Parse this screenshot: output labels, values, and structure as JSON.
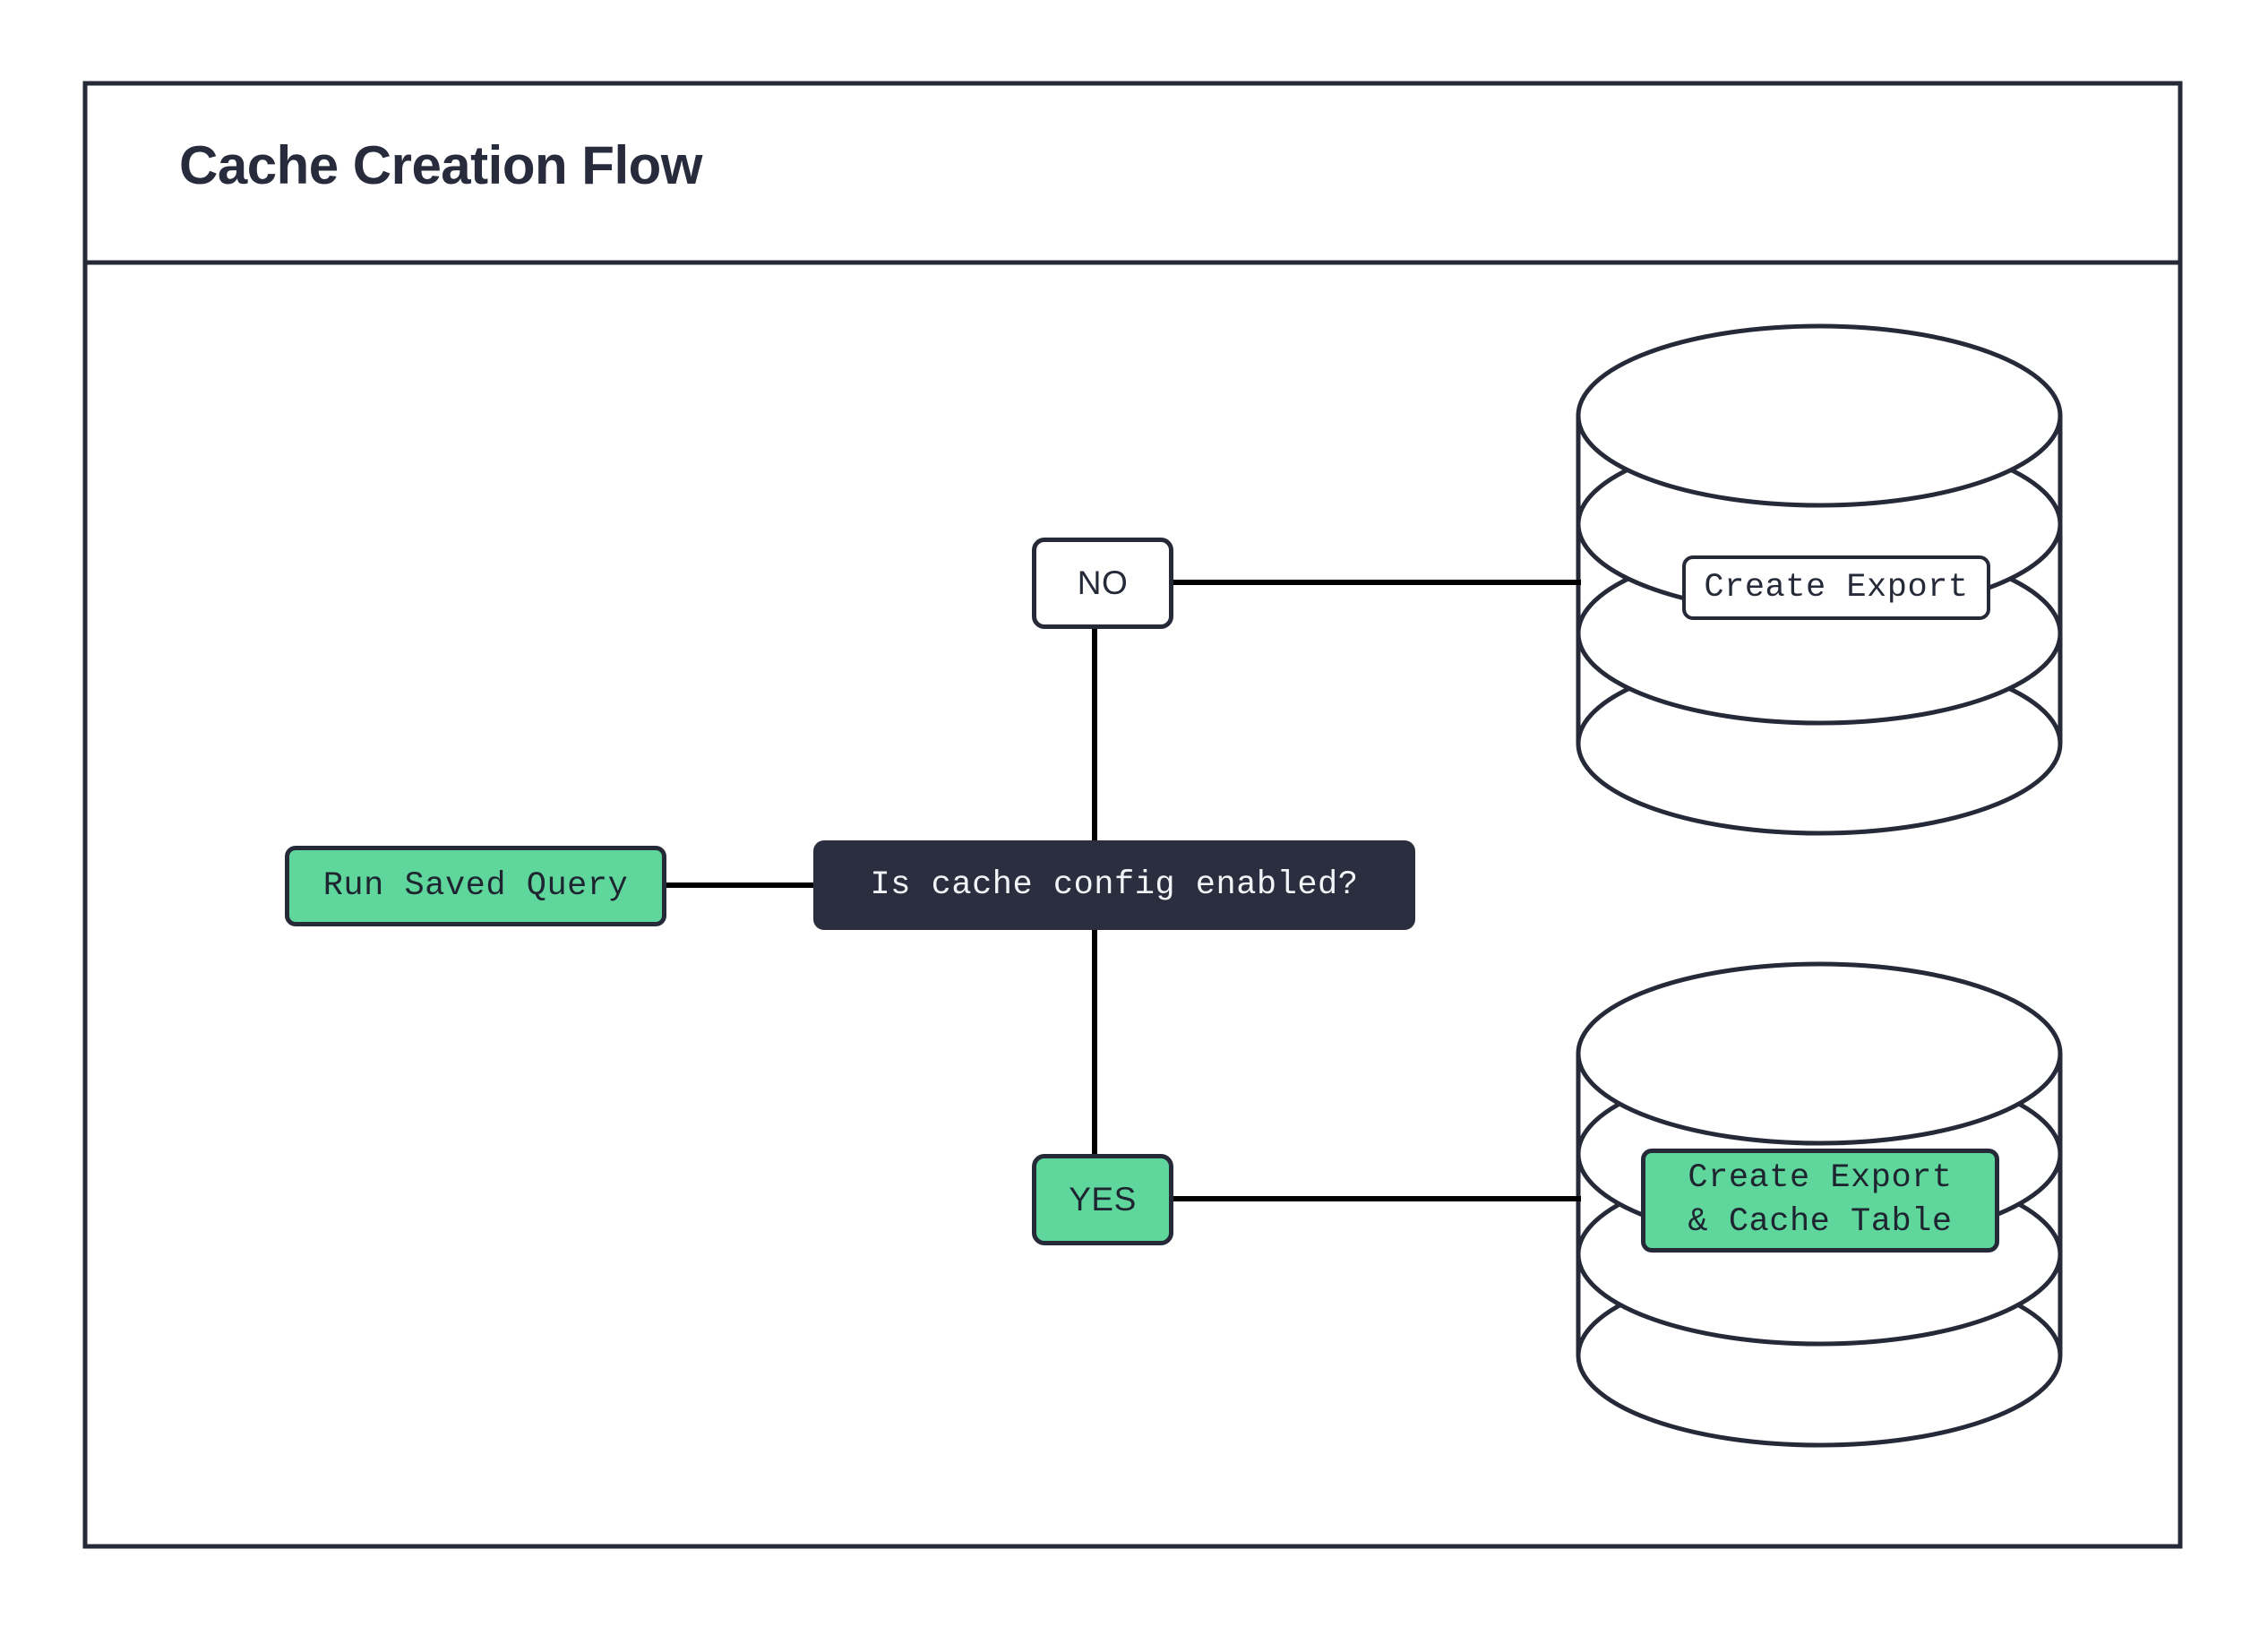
{
  "diagram": {
    "title": "Cache Creation Flow",
    "frame": {
      "border_color": "#262A38"
    },
    "palette": {
      "green": "#5FD79C",
      "dark_navy": "#2A2E3F",
      "ink": "#262A38",
      "white": "#FFFFFF",
      "edge": "#000000"
    },
    "nodes": {
      "start": {
        "label": "Run Saved Query",
        "shape": "rounded-rect",
        "fill": "#5FD79C"
      },
      "decision": {
        "label": "Is cache config enabled?",
        "shape": "rounded-rect",
        "fill": "#2A2E3F"
      },
      "branch_no": {
        "label": "NO",
        "shape": "rounded-rect",
        "fill": "#FFFFFF"
      },
      "branch_yes": {
        "label": "YES",
        "shape": "rounded-rect",
        "fill": "#5FD79C"
      },
      "db_top": {
        "label": "Create Export",
        "shape": "database-cylinder",
        "fill": "#FFFFFF"
      },
      "db_bottom": {
        "label": "Create Export\n& Cache Table",
        "shape": "database-cylinder",
        "fill": "#5FD79C"
      }
    },
    "edges": [
      {
        "from": "start",
        "to": "decision",
        "orientation": "horizontal"
      },
      {
        "from": "decision",
        "to": "branch_no",
        "orientation": "vertical"
      },
      {
        "from": "branch_no",
        "to": "db_top",
        "orientation": "horizontal"
      },
      {
        "from": "decision",
        "to": "branch_yes",
        "orientation": "vertical"
      },
      {
        "from": "branch_yes",
        "to": "db_bottom",
        "orientation": "horizontal"
      }
    ]
  }
}
